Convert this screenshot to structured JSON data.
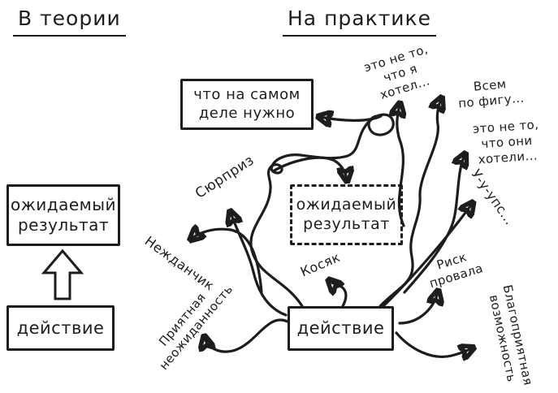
{
  "theory": {
    "heading": "В теории",
    "expected_result_box": "ожидаемый\nрезультат",
    "action_box": "действие"
  },
  "practice": {
    "heading": "На практике",
    "actually_needed_box": "что на самом\nделе нужно",
    "expected_result_box": "ожидаемый\nрезультат",
    "action_box": "действие",
    "outcomes": {
      "not_what_i_wanted": "это не то,\nчто я\nхотел...",
      "nobody_cares": "Всем\nпо фигу...",
      "not_what_they_wanted": "это не то,\nчто они\nхотели...",
      "oops": "У-у-упс...",
      "surprise": "Сюрприз",
      "unexpected": "Нежданчик",
      "mistake": "Косяк",
      "failure_risk": "Риск\nпровала",
      "opportunity": "Благоприятная\nвозможность",
      "pleasant_surprise": "Приятная\nнеожиданность"
    }
  },
  "colors": {
    "ink": "#1d1d1d",
    "background": "#ffffff"
  }
}
